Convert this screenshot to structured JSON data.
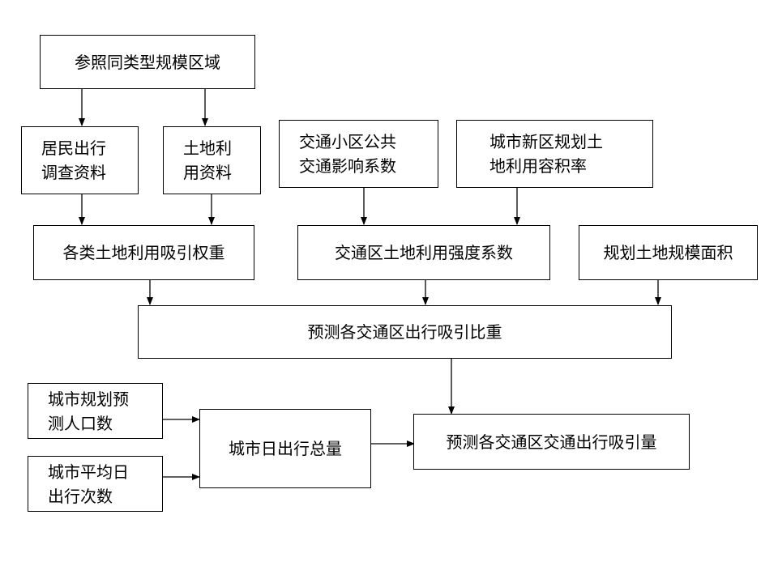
{
  "nodes": {
    "reference_regions": "参照同类型规模区域",
    "resident_survey": "居民出行\n调查资料",
    "land_use_data": "土地利\n用资料",
    "public_influence": "交通小区公共\n交通影响系数",
    "new_district_plan": "城市新区规划土\n地利用容积率",
    "attraction_weight": "各类土地利用吸引权重",
    "intensity_coefficient": "交通区土地利用强度系数",
    "planned_land_area": "规划土地规模面积",
    "attraction_ratio": "预测各交通区出行吸引比重",
    "planned_population": "城市规划预\n测人口数",
    "avg_daily_trips": "城市平均日\n出行次数",
    "daily_total_trips": "城市日出行总量",
    "attraction_volume": "预测各交通区交通出行吸引量"
  }
}
